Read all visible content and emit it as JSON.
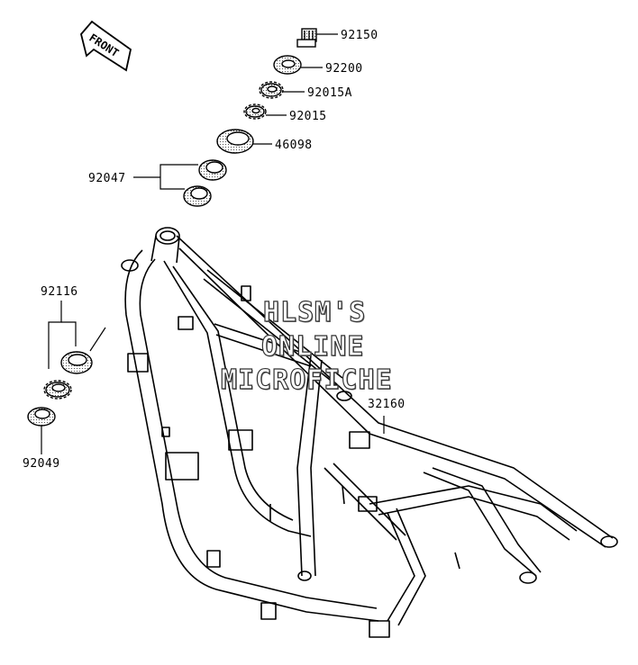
{
  "front_arrow": {
    "label": "FRONT",
    "icon": "front-direction-arrow-icon"
  },
  "parts": [
    {
      "id": "p92150",
      "number": "92150"
    },
    {
      "id": "p92200",
      "number": "92200"
    },
    {
      "id": "p92015A",
      "number": "92015A"
    },
    {
      "id": "p92015",
      "number": "92015"
    },
    {
      "id": "p46098",
      "number": "46098"
    },
    {
      "id": "p92047",
      "number": "92047"
    },
    {
      "id": "p92116",
      "number": "92116"
    },
    {
      "id": "p92049",
      "number": "92049"
    },
    {
      "id": "p32160",
      "number": "32160"
    }
  ],
  "watermark": {
    "line1": "HLSM'S",
    "line2": "ONLINE",
    "line3": "MICROFICHE"
  }
}
